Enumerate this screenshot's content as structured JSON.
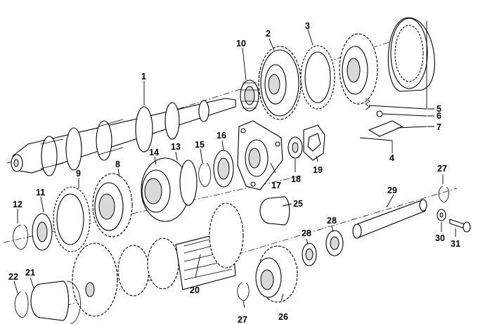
{
  "callouts": {
    "p1": "1",
    "p2": "2",
    "p3": "3",
    "p4": "4",
    "p5": "5",
    "p6": "6",
    "p7": "7",
    "p8": "8",
    "p9": "9",
    "p10": "10",
    "p11": "11",
    "p12": "12",
    "p13": "13",
    "p14": "14",
    "p15": "15",
    "p16": "16",
    "p17": "17",
    "p18": "18",
    "p19": "19",
    "p20": "20",
    "p21": "21",
    "p22": "22",
    "p25": "25",
    "p26": "26",
    "p27a": "27",
    "p27b": "27",
    "p28a": "28",
    "p28b": "28",
    "p29": "29",
    "p30": "30",
    "p31": "31"
  }
}
